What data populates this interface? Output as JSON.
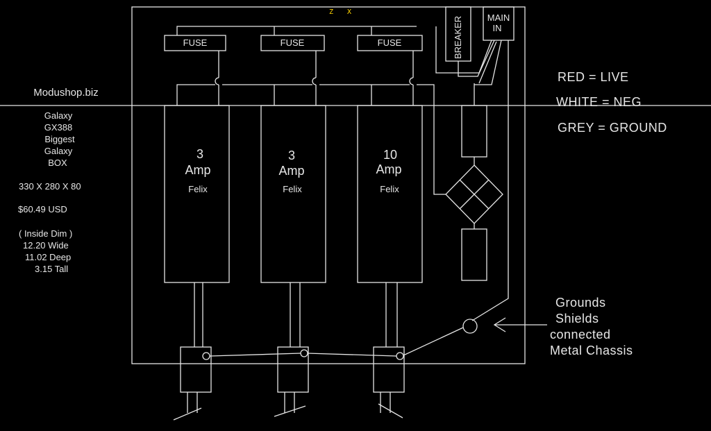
{
  "axis_marker": {
    "z": "Z",
    "x": "X"
  },
  "notes": {
    "site": "Modushop.biz",
    "model": [
      "Galaxy",
      "GX388",
      "Biggest",
      "Galaxy",
      "BOX"
    ],
    "dims": "330 X 280 X 80",
    "price": "$60.49 USD",
    "inside": [
      "( Inside Dim )",
      "12.20 Wide",
      "11.02 Deep",
      "3.15 Tall"
    ]
  },
  "fuses": [
    "FUSE",
    "FUSE",
    "FUSE"
  ],
  "supplies": [
    {
      "rating": "3",
      "unit": "Amp",
      "brand": "Felix"
    },
    {
      "rating": "3",
      "unit": "Amp",
      "brand": "Felix"
    },
    {
      "rating": "10",
      "unit": "Amp",
      "brand": "Felix"
    }
  ],
  "breaker": "BREAKER",
  "main_in": [
    "MAIN",
    "IN"
  ],
  "legend": [
    "RED = LIVE",
    "WHITE = NEG",
    "GREY = GROUND"
  ],
  "ground_note": [
    "Grounds",
    "Shields",
    "connected",
    "Metal Chassis"
  ],
  "colors": {
    "background": "#000000",
    "line": "#e6e6e6",
    "axis": "#ffd400"
  }
}
